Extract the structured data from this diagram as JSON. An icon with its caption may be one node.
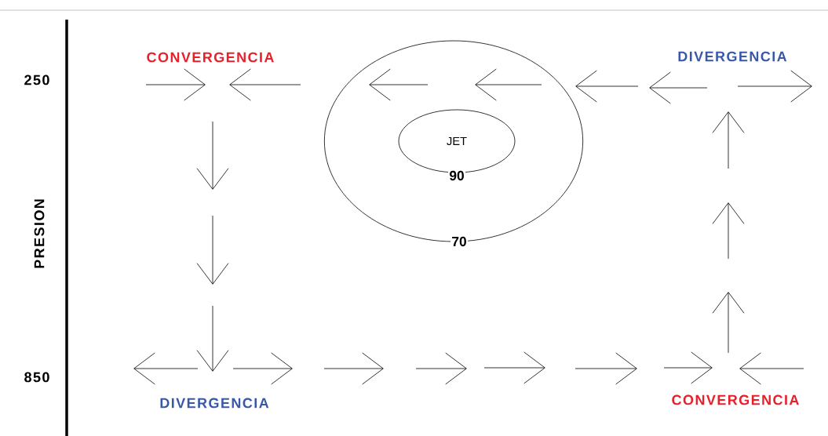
{
  "diagram": {
    "nodes": [
      {
        "text": [
          "70"
        ]
      },
      {
        "text": [
          "JET",
          "90"
        ],
        "in": 0
      }
    ],
    "labels": [
      "CONVERGENCIA",
      "DIVERGENCIA",
      "250",
      "PRESION",
      "850",
      "DIVERGENCIA",
      "CONVERGENCIA"
    ]
  }
}
